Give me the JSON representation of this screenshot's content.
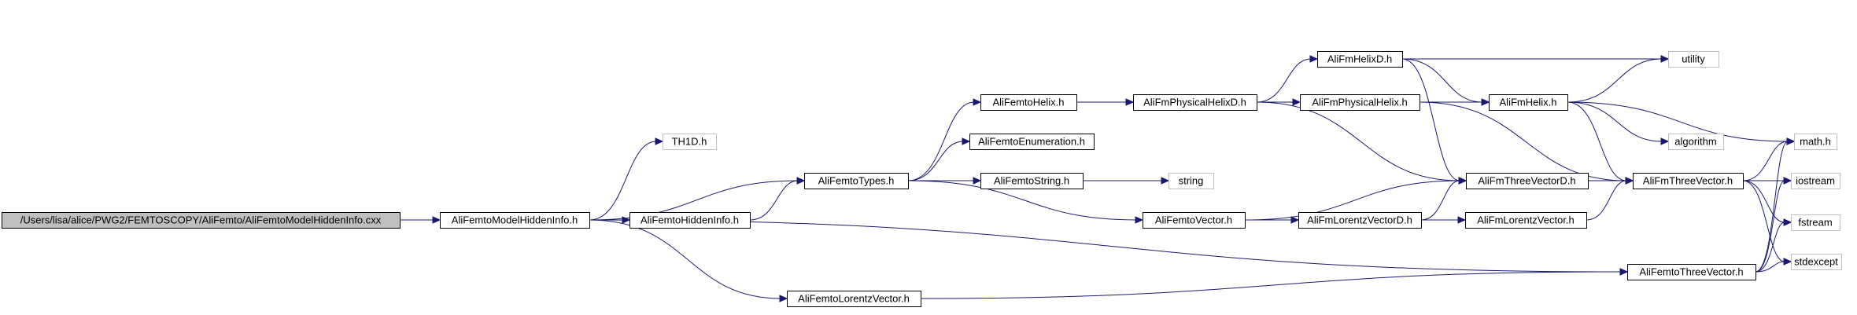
{
  "diagram": {
    "nodes": [
      {
        "id": "root",
        "label": "/Users/lisa/alice/PWG2/FEMTOSCOPY/AliFemto/AliFemtoModelHiddenInfo.cxx",
        "kind": "root"
      },
      {
        "id": "mhi",
        "label": "AliFemtoModelHiddenInfo.h",
        "kind": "local"
      },
      {
        "id": "th1d",
        "label": "TH1D.h",
        "kind": "external"
      },
      {
        "id": "hi",
        "label": "AliFemtoHiddenInfo.h",
        "kind": "local"
      },
      {
        "id": "types",
        "label": "AliFemtoTypes.h",
        "kind": "local"
      },
      {
        "id": "flv",
        "label": "AliFemtoLorentzVector.h",
        "kind": "local"
      },
      {
        "id": "helix",
        "label": "AliFemtoHelix.h",
        "kind": "local"
      },
      {
        "id": "enum",
        "label": "AliFemtoEnumeration.h",
        "kind": "local"
      },
      {
        "id": "fstr",
        "label": "AliFemtoString.h",
        "kind": "local"
      },
      {
        "id": "fvec",
        "label": "AliFemtoVector.h",
        "kind": "local"
      },
      {
        "id": "string",
        "label": "string",
        "kind": "external"
      },
      {
        "id": "physd",
        "label": "AliFmPhysicalHelixD.h",
        "kind": "local"
      },
      {
        "id": "helixd",
        "label": "AliFmHelixD.h",
        "kind": "local"
      },
      {
        "id": "phys",
        "label": "AliFmPhysicalHelix.h",
        "kind": "local"
      },
      {
        "id": "lvd",
        "label": "AliFmLorentzVectorD.h",
        "kind": "local"
      },
      {
        "id": "fhelix",
        "label": "AliFmHelix.h",
        "kind": "local"
      },
      {
        "id": "tvd",
        "label": "AliFmThreeVectorD.h",
        "kind": "local"
      },
      {
        "id": "lv",
        "label": "AliFmLorentzVector.h",
        "kind": "local"
      },
      {
        "id": "utility",
        "label": "utility",
        "kind": "external"
      },
      {
        "id": "algorithm",
        "label": "algorithm",
        "kind": "external"
      },
      {
        "id": "tv",
        "label": "AliFmThreeVector.h",
        "kind": "local"
      },
      {
        "id": "ftv",
        "label": "AliFemtoThreeVector.h",
        "kind": "local"
      },
      {
        "id": "math",
        "label": "math.h",
        "kind": "external"
      },
      {
        "id": "iostream",
        "label": "iostream",
        "kind": "external"
      },
      {
        "id": "fstream",
        "label": "fstream",
        "kind": "external"
      },
      {
        "id": "stdexcept",
        "label": "stdexcept",
        "kind": "external"
      }
    ],
    "edges": [
      [
        "root",
        "mhi"
      ],
      [
        "mhi",
        "th1d"
      ],
      [
        "mhi",
        "types"
      ],
      [
        "mhi",
        "hi"
      ],
      [
        "mhi",
        "ftv"
      ],
      [
        "mhi",
        "flv"
      ],
      [
        "hi",
        "types"
      ],
      [
        "types",
        "helix"
      ],
      [
        "types",
        "enum"
      ],
      [
        "types",
        "fstr"
      ],
      [
        "types",
        "fvec"
      ],
      [
        "helix",
        "physd"
      ],
      [
        "helix",
        "fhelix"
      ],
      [
        "fstr",
        "string"
      ],
      [
        "physd",
        "helixd"
      ],
      [
        "physd",
        "phys"
      ],
      [
        "physd",
        "tvd"
      ],
      [
        "helixd",
        "utility"
      ],
      [
        "helixd",
        "fhelix"
      ],
      [
        "helixd",
        "tvd"
      ],
      [
        "phys",
        "fhelix"
      ],
      [
        "phys",
        "tv"
      ],
      [
        "fhelix",
        "utility"
      ],
      [
        "fhelix",
        "algorithm"
      ],
      [
        "fhelix",
        "math"
      ],
      [
        "fhelix",
        "tv"
      ],
      [
        "fvec",
        "tvd"
      ],
      [
        "fvec",
        "lvd"
      ],
      [
        "lvd",
        "tvd"
      ],
      [
        "lvd",
        "lv"
      ],
      [
        "lv",
        "tv"
      ],
      [
        "tvd",
        "tv"
      ],
      [
        "tv",
        "math"
      ],
      [
        "tv",
        "iostream"
      ],
      [
        "tv",
        "fstream"
      ],
      [
        "tv",
        "stdexcept"
      ],
      [
        "ftv",
        "math"
      ],
      [
        "ftv",
        "iostream"
      ],
      [
        "ftv",
        "fstream"
      ],
      [
        "ftv",
        "stdexcept"
      ],
      [
        "flv",
        "ftv"
      ]
    ],
    "colors": {
      "edge": "#191970",
      "root_fill": "#bfbfbf",
      "box_border": "#000000",
      "external_border": "#bfbfbf"
    }
  }
}
